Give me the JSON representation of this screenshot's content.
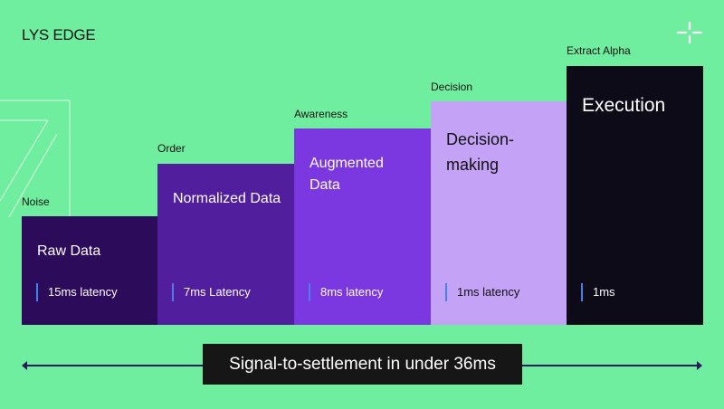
{
  "brand": "LYS EDGE",
  "icons": {
    "corner": "sparkle-plus-icon"
  },
  "colors": {
    "background": "#70ee9f",
    "accent_bar": "#4a7ee8",
    "arrow": "#2d1a5e"
  },
  "stages": [
    {
      "label": "Noise",
      "title": "Raw Data",
      "latency": "15ms latency",
      "color": "#2c0b5a"
    },
    {
      "label": "Order",
      "title": "Normalized Data",
      "latency": "7ms Latency",
      "color": "#511f9e"
    },
    {
      "label": "Awareness",
      "title": "Augmented Data",
      "latency": "8ms latency",
      "color": "#7b37e0"
    },
    {
      "label": "Decision",
      "title": "Decision-making",
      "latency": "1ms latency",
      "color": "#c4a3f7"
    },
    {
      "label": "Extract Alpha",
      "title": "Execution",
      "latency": "1ms",
      "color": "#0d0b18"
    }
  ],
  "summary": "Signal-to-settlement in under 36ms"
}
